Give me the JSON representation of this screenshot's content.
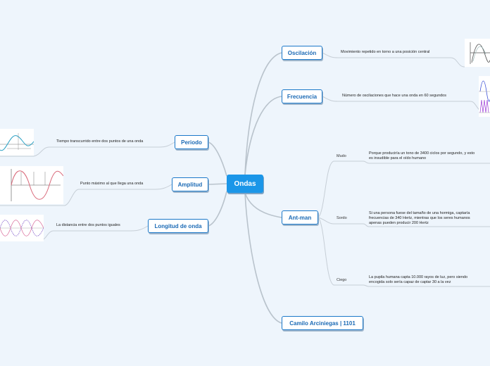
{
  "center": {
    "label": "Ondas"
  },
  "right": {
    "oscilacion": {
      "label": "Oscilación",
      "desc": "Movimiento repetido en torno a una posición central"
    },
    "frecuencia": {
      "label": "Frecuencia",
      "desc": "Número de oscilaciones que hace una onda en 60 segundos"
    },
    "antman": {
      "label": "Ant-man",
      "items": [
        {
          "label": "Mudo",
          "desc1": "Porque produciría un tono de 3400 ciclos por segundo, y esto",
          "desc2": "es insudible para el oído humano",
          "desc3": ""
        },
        {
          "label": "Sordo",
          "desc1": "Si una persona fuese del tamaño de una hormiga, captaría",
          "desc2": "frecuencias de 340 Hertz, mientras que los seres humanos",
          "desc3": "apenas pueden producir 200 Hertz"
        },
        {
          "label": "Ciego",
          "desc1": "La pupila humana capta 10.000 rayos de luz, pero siendo",
          "desc2": "encogida solo sería capaz de captar 30 a la vez",
          "desc3": ""
        }
      ]
    },
    "camilo": {
      "label": "Camilo Arciniegas | 1101"
    }
  },
  "left": {
    "periodo": {
      "label": "Periodo",
      "desc": "Tiempo transcurrido entre dos puntos de una onda"
    },
    "amplitud": {
      "label": "Amplitud",
      "desc": "Punto máximo al que llega una onda"
    },
    "longitud": {
      "label": "Longitud de onda",
      "desc": "La distancia entre dos puntos iguales"
    }
  },
  "colors": {
    "node_border": "#1b78c9",
    "center_fill": "#1b96e8",
    "branch": "#b9c3cc",
    "background": "#eef5fc"
  }
}
